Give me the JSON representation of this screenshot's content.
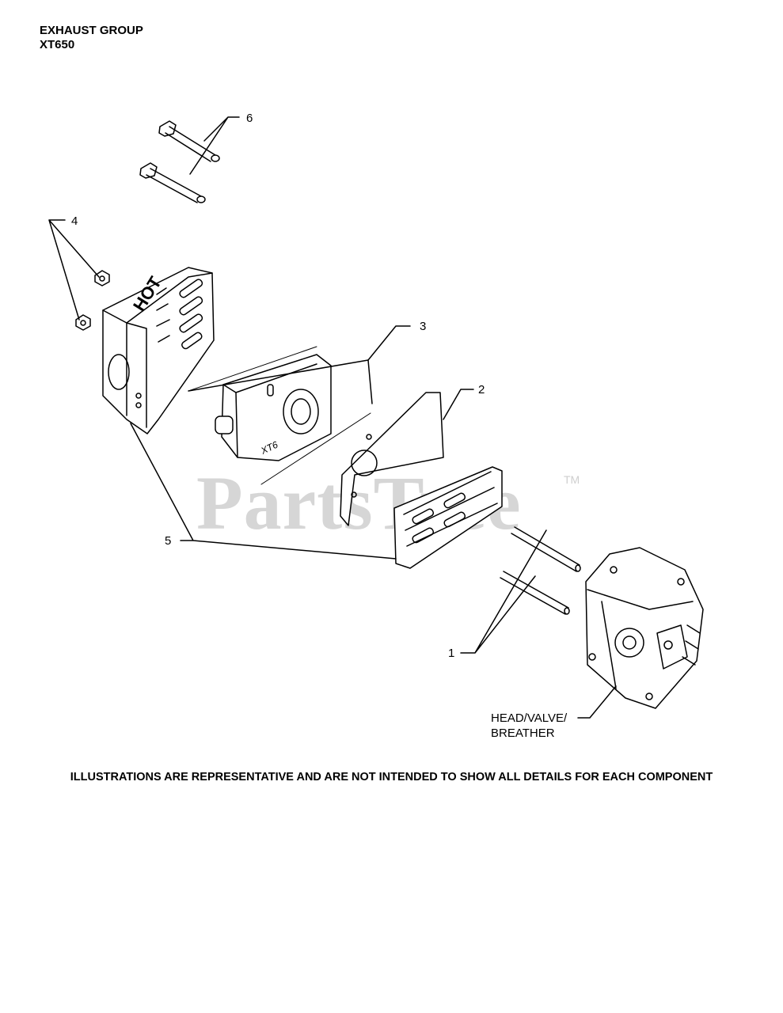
{
  "header": {
    "title": "EXHAUST GROUP",
    "model": "XT650"
  },
  "callouts": [
    "1",
    "2",
    "3",
    "4",
    "5",
    "6"
  ],
  "head_label": {
    "line1": "HEAD/VALVE/",
    "line2": "BREATHER"
  },
  "disclaimer": "ILLUSTRATIONS ARE REPRESENTATIVE AND ARE NOT INTENDED TO SHOW ALL DETAILS FOR EACH COMPONENT",
  "watermark": {
    "text": "PartsTree",
    "tm": "TM"
  },
  "part_markings": {
    "shield": "HOT",
    "muffler": "XT6"
  },
  "colors": {
    "line": "#000000",
    "watermark": "#d6d6d6",
    "background": "#ffffff"
  }
}
